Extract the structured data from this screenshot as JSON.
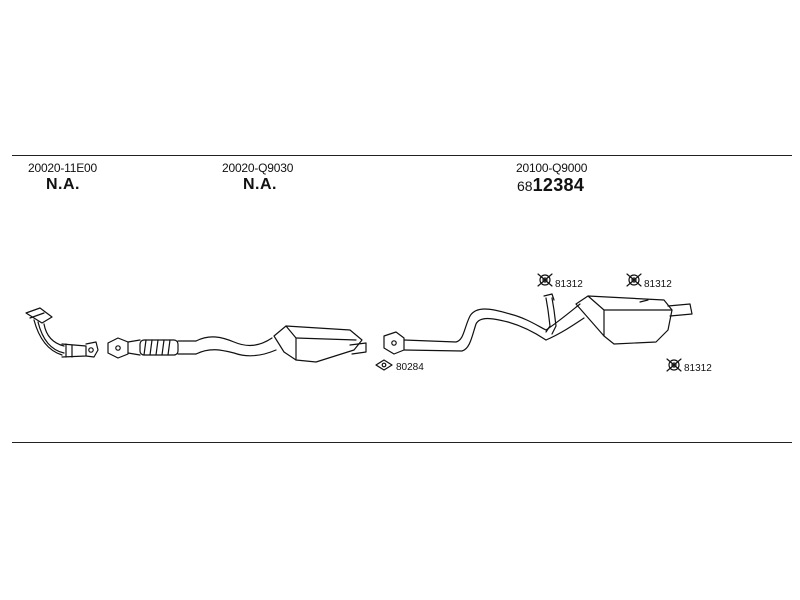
{
  "sections": [
    {
      "part_code": "20020-11E00",
      "status": "N.A."
    },
    {
      "part_code": "20020-Q9030",
      "status": "N.A."
    },
    {
      "part_code": "20100-Q9000",
      "article_prefix": "68",
      "article_main": "12384"
    }
  ],
  "callouts": [
    {
      "label": "81312"
    },
    {
      "label": "81312"
    },
    {
      "label": "81312"
    },
    {
      "label": "80284"
    }
  ]
}
